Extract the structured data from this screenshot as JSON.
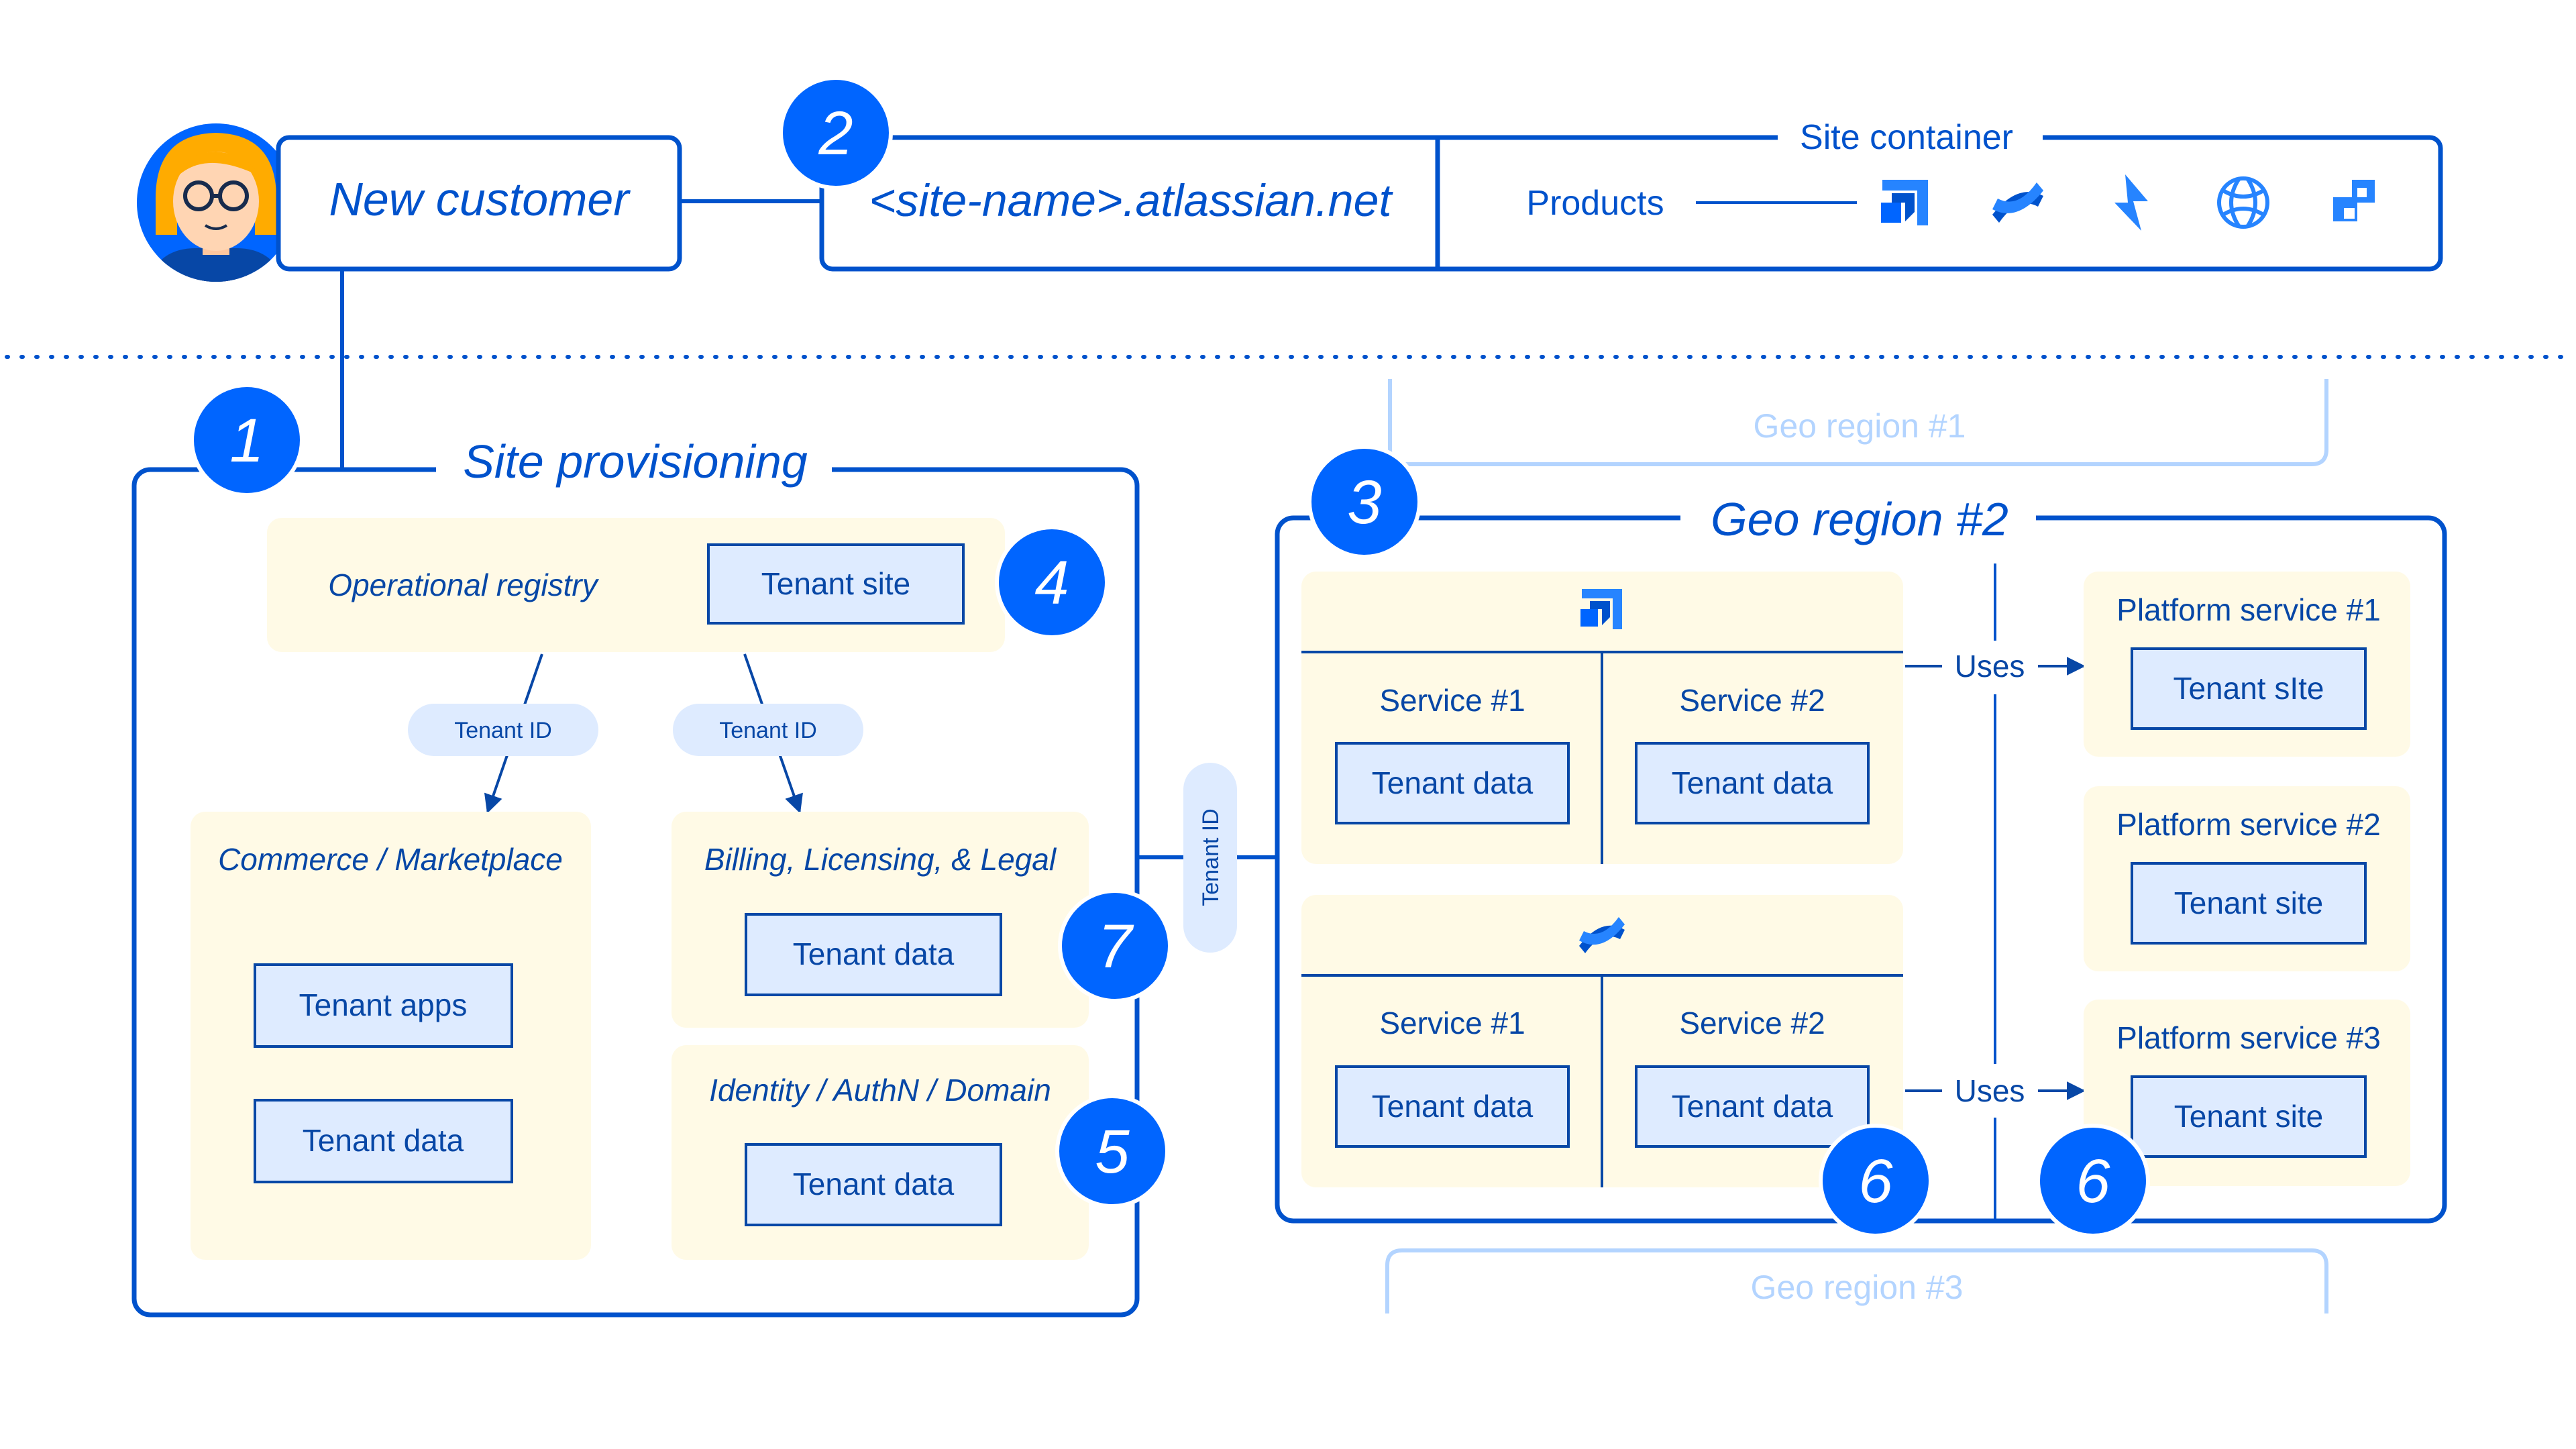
{
  "customer": {
    "label": "New customer"
  },
  "site": {
    "url": "<site-name>.atlassian.net",
    "container_label": "Site container",
    "products_label": "Products"
  },
  "products": [
    {
      "icon": "jira-icon"
    },
    {
      "icon": "confluence-icon"
    },
    {
      "icon": "lightning-icon"
    },
    {
      "icon": "globe-icon"
    },
    {
      "icon": "squares-icon"
    }
  ],
  "badges": [
    "1",
    "2",
    "3",
    "4",
    "5",
    "6",
    "6",
    "7"
  ],
  "provisioning": {
    "title": "Site provisioning",
    "registry": {
      "label": "Operational registry",
      "tenant": "Tenant site"
    },
    "tenant_id_left": "Tenant ID",
    "tenant_id_right": "Tenant ID",
    "commerce": {
      "label": "Commerce / Marketplace",
      "apps": "Tenant apps",
      "data": "Tenant data"
    },
    "billing": {
      "label": "Billing, Licensing, & Legal",
      "data": "Tenant data"
    },
    "identity": {
      "label": "Identity / AuthN / Domain",
      "data": "Tenant data"
    }
  },
  "connector": {
    "tenant_id": "Tenant ID"
  },
  "geo": {
    "region1": "Geo region #1",
    "region2": "Geo region #2",
    "region3": "Geo region #3",
    "jira_group": {
      "service1": "Service #1",
      "service2": "Service #2",
      "data1": "Tenant data",
      "data2": "Tenant data"
    },
    "confluence_group": {
      "service1": "Service #1",
      "service2": "Service #2",
      "data1": "Tenant data",
      "data2": "Tenant data"
    },
    "uses_top": "Uses",
    "uses_bottom": "Uses",
    "platform": [
      {
        "label": "Platform service #1",
        "tenant": "Tenant sIte"
      },
      {
        "label": "Platform service #2",
        "tenant": "Tenant site"
      },
      {
        "label": "Platform service #3",
        "tenant": "Tenant site"
      }
    ]
  },
  "colors": {
    "primary": "#0052CC",
    "navy": "#172B4D",
    "text_blue": "#0747A6",
    "fill_light_blue": "#DEEBFF",
    "panel_cream": "#FFFAE6",
    "muted": "#B3D4FF",
    "skin": "#FFD5B3",
    "hair": "#FFAB00"
  }
}
